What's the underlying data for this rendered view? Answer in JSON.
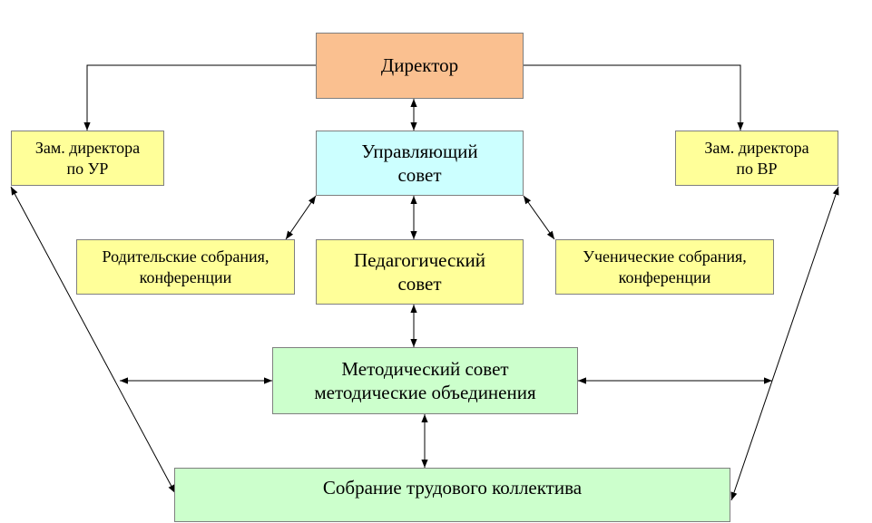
{
  "nodes": {
    "director": {
      "line1": "Директор",
      "fill": "#fac090"
    },
    "deputy_ur": {
      "line1": "Зам. директора",
      "line2": "по УР",
      "fill": "#ffff99"
    },
    "deputy_vr": {
      "line1": "Зам. директора",
      "line2": "по ВР",
      "fill": "#ffff99"
    },
    "governing_council": {
      "line1": "Управляющий",
      "line2": "совет",
      "fill": "#ccffff"
    },
    "parent_meetings": {
      "line1": "Родительские собрания,",
      "line2": "конференции",
      "fill": "#ffff99"
    },
    "pedagogical_council": {
      "line1": "Педагогический",
      "line2": "совет",
      "fill": "#ffff99"
    },
    "student_meetings": {
      "line1": "Ученические собрания,",
      "line2": "конференции",
      "fill": "#ffff99"
    },
    "methodical_council": {
      "line1": "Методический совет",
      "line2": "методические объединения",
      "fill": "#ccffcc"
    },
    "staff_meeting": {
      "line1": "Собрание трудового коллектива",
      "fill": "#ccffcc"
    }
  }
}
